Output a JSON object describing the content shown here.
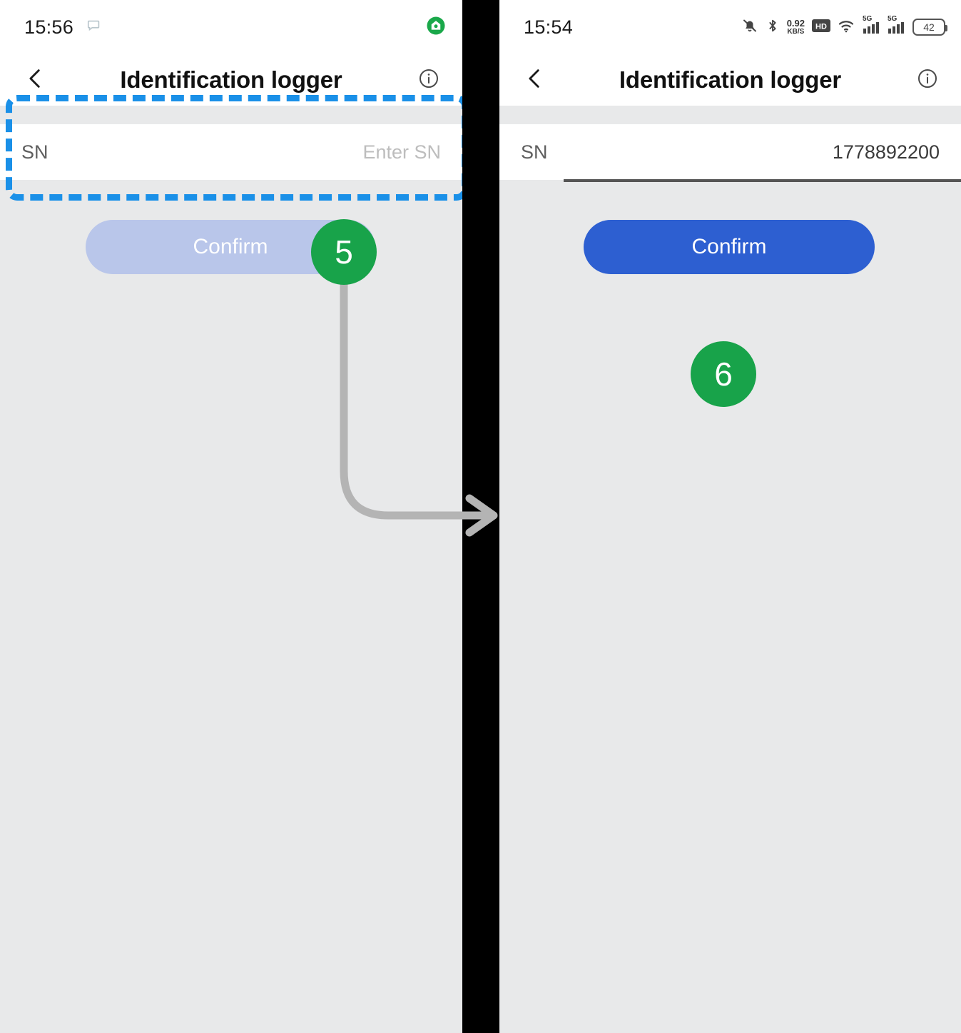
{
  "annotation": {
    "accent_blue": "#1a90e8",
    "badge_green": "#18a34a",
    "connector_gray": "#b4b4b4",
    "steps": [
      {
        "number": "5",
        "target": "confirm-button-disabled"
      },
      {
        "number": "6",
        "target": "confirm-button-enabled"
      }
    ]
  },
  "left_phone": {
    "status_bar": {
      "time": "15:56",
      "left_icons": [
        "chat-bubble-icon"
      ],
      "right_icons": [
        "green-lock-badge-icon"
      ]
    },
    "app_bar": {
      "back_icon": "chevron-left-icon",
      "title": "Identification logger",
      "info_icon": "info-circle-icon"
    },
    "sn_row": {
      "label": "SN",
      "value": "",
      "placeholder": "Enter SN"
    },
    "confirm": {
      "label": "Confirm",
      "state": "disabled",
      "color": "#b9c6ea"
    }
  },
  "right_phone": {
    "status_bar": {
      "time": "15:54",
      "right_icons": [
        "bell-off-icon",
        "bluetooth-icon",
        "network-speed-icon",
        "hd-icon",
        "wifi-icon",
        "signal-5g-1-icon",
        "signal-5g-2-icon",
        "battery-icon"
      ],
      "network_speed_value": "0.92",
      "network_speed_unit": "KB/S",
      "signal_label_1": "5G",
      "signal_label_2": "5G",
      "battery_level": "42"
    },
    "app_bar": {
      "back_icon": "chevron-left-icon",
      "title": "Identification logger",
      "info_icon": "info-circle-icon"
    },
    "sn_row": {
      "label": "SN",
      "value": "1778892200",
      "placeholder": ""
    },
    "confirm": {
      "label": "Confirm",
      "state": "enabled",
      "color": "#2d5fd1"
    }
  }
}
